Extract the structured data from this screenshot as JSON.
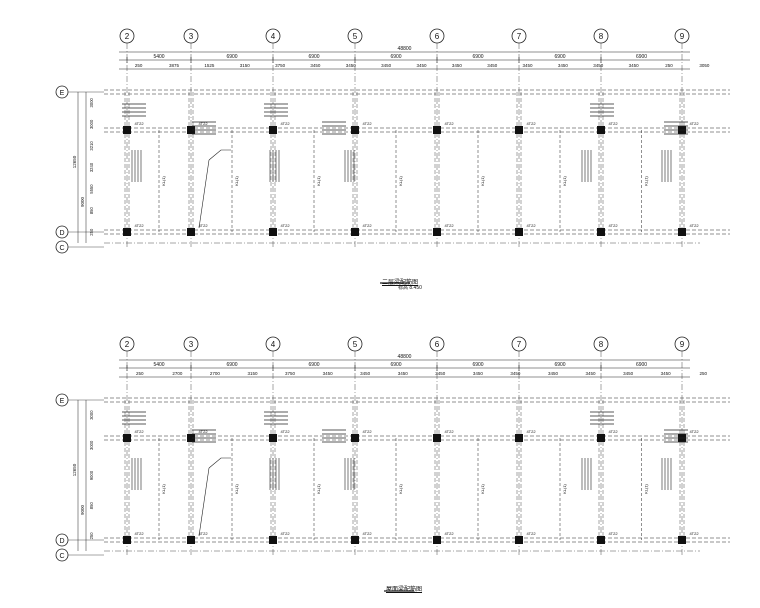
{
  "drawing": {
    "colors": {
      "line": "#222222",
      "column": "#111111",
      "background": "#ffffff"
    },
    "grid_labels": [
      "2",
      "3",
      "4",
      "5",
      "6",
      "7",
      "8",
      "9"
    ],
    "row_labels": [
      "E",
      "D",
      "C"
    ],
    "plan_top": {
      "total_dim": "48800",
      "bay_dims": [
        "5400",
        "6900",
        "6900",
        "6900",
        "6900",
        "6900",
        "6900"
      ],
      "sub_dims": [
        "250",
        "3875",
        "1525",
        "3150",
        "3750",
        "3450",
        "3450",
        "3450",
        "3450",
        "3450",
        "3450",
        "3450",
        "3450",
        "3450",
        "3450",
        "250",
        "3050"
      ],
      "left_dims": [
        "3000",
        "3000",
        "3210",
        "3240",
        "5550",
        "850",
        "250"
      ],
      "left_total": "12650",
      "left_total2": "9000",
      "col_tags": [
        "4T20",
        "4T25",
        "4T22"
      ],
      "title": "二层梁配筋图",
      "subtitle": "标高 8.450"
    },
    "plan_bottom": {
      "total_dim": "48800",
      "bay_dims": [
        "5400",
        "6900",
        "6900",
        "6900",
        "6900",
        "6900",
        "6900"
      ],
      "sub_dims": [
        "250",
        "2700",
        "2700",
        "3150",
        "3750",
        "3450",
        "3450",
        "3450",
        "3450",
        "3450",
        "3450",
        "3450",
        "3450",
        "3450",
        "3450",
        "250"
      ],
      "left_dims": [
        "3000",
        "3000",
        "9000",
        "850",
        "250"
      ],
      "left_total": "12650",
      "left_total2": "9000",
      "col_tags": [
        "4T20",
        "4T25",
        "4T22"
      ],
      "title": "屋面梁配筋图"
    }
  }
}
